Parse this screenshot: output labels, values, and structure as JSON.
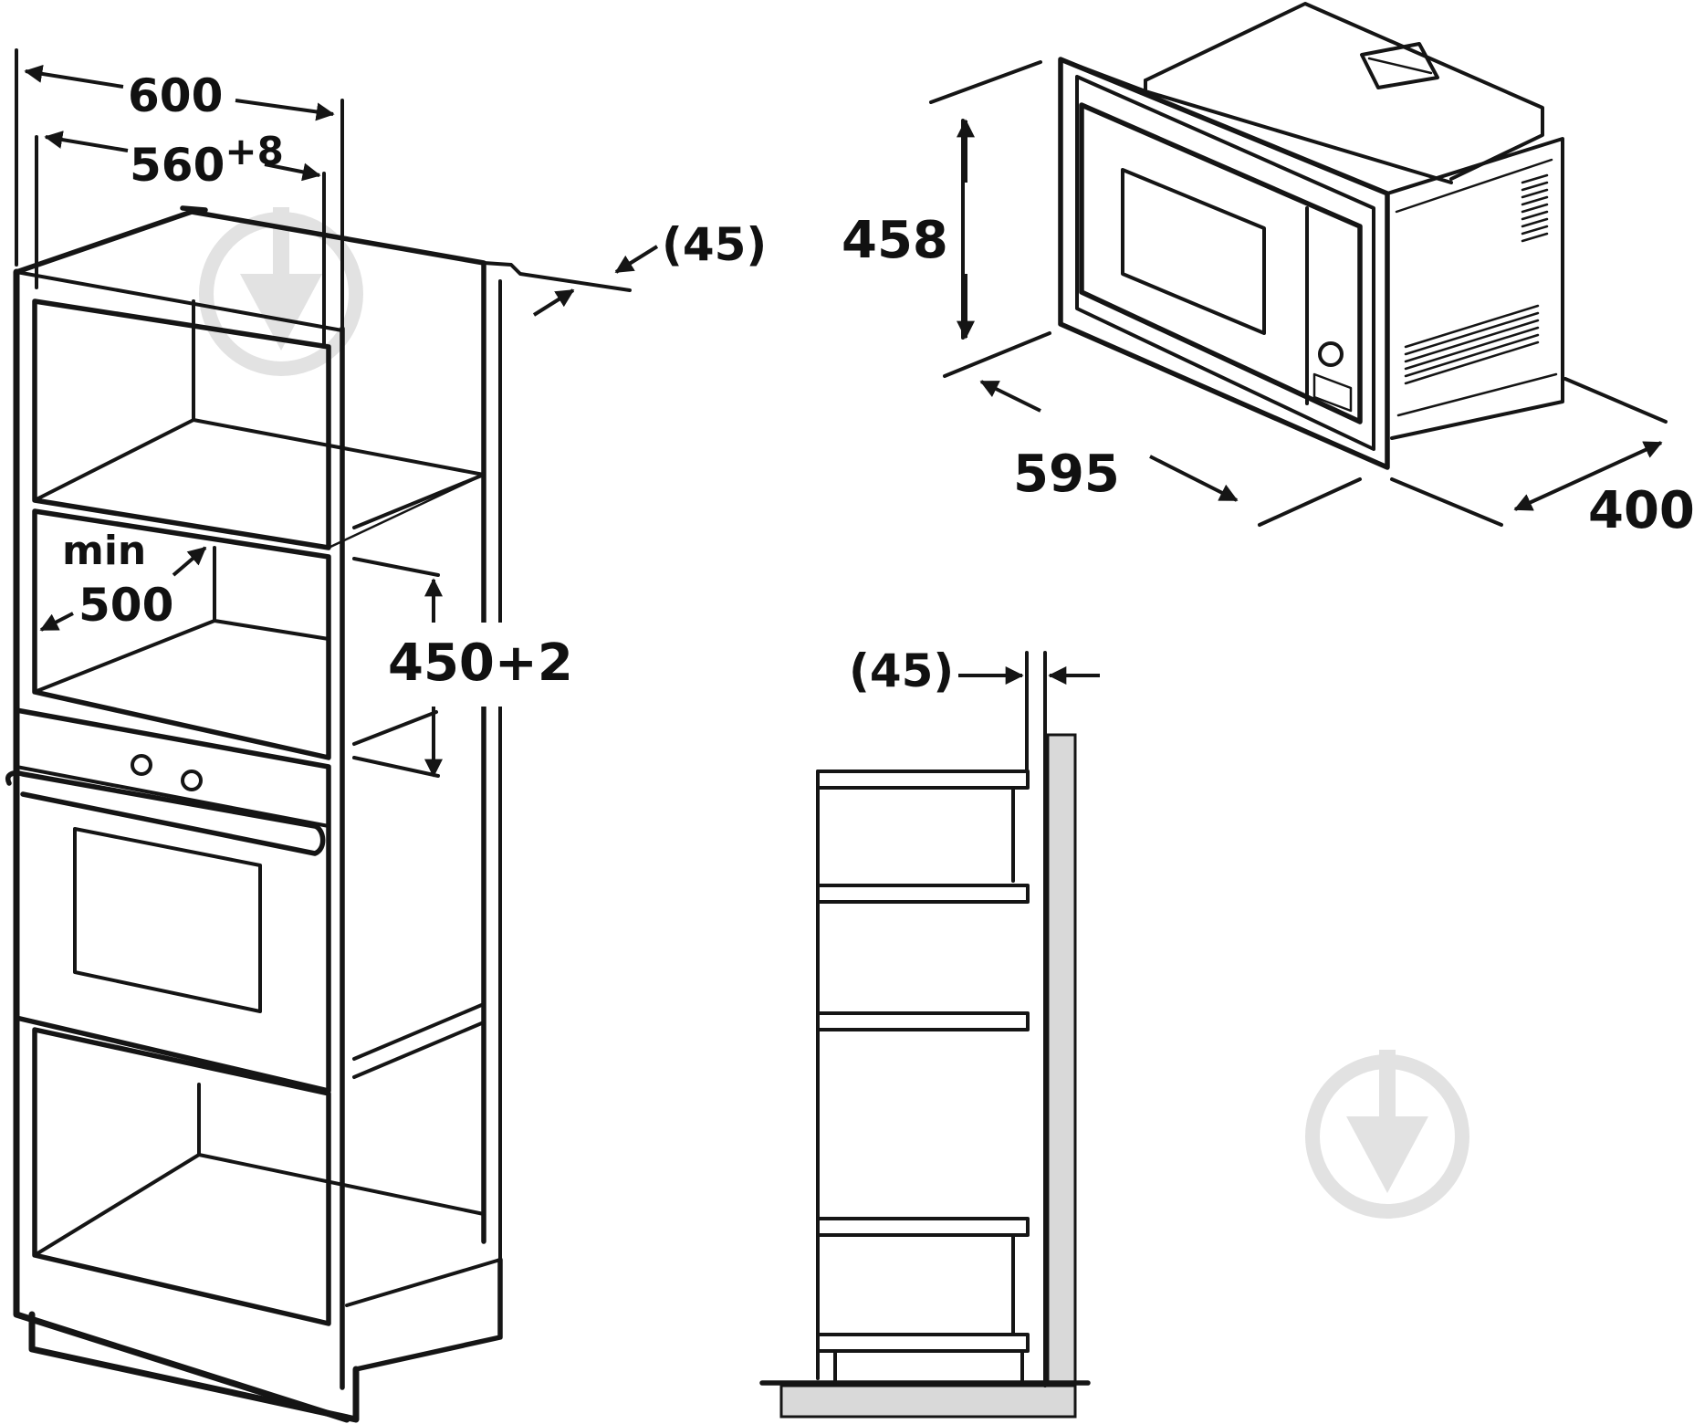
{
  "dimensions": {
    "cabinet_width": "600",
    "niche_width_base": "560",
    "niche_width_tol": "+8",
    "frame_offset_top": "(45)",
    "min_label": "min",
    "min_depth": "500",
    "niche_height": "450+2",
    "appliance_height": "458",
    "appliance_width": "595",
    "appliance_depth": "400",
    "frame_offset_side": "(45)"
  },
  "icons": [
    "watermark-logo-icon",
    "watermark-logo-icon"
  ],
  "colors": {
    "line": "#151515",
    "wall": "#d9d9d9",
    "watermark": "#e2e2e2"
  }
}
